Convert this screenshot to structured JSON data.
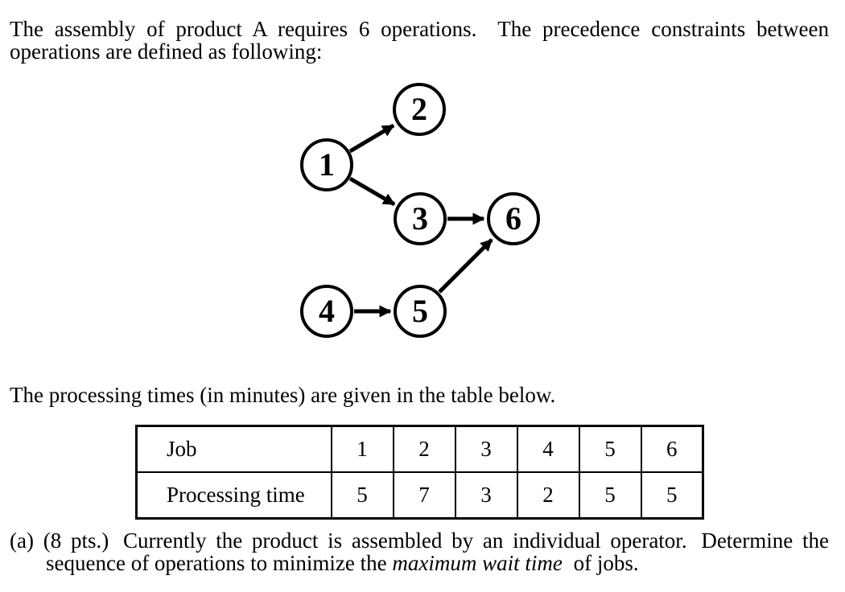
{
  "document": {
    "paper_color": "#ffffff",
    "ink_color": "#000000",
    "intro": {
      "line1_sentence1": "The assembly of product A requires 6 operations.",
      "line1_sentence2": "The precedence constraints between",
      "line2": "operations are defined as following:"
    },
    "diagram": {
      "nodes": [
        {
          "id": "1",
          "label": "1"
        },
        {
          "id": "2",
          "label": "2"
        },
        {
          "id": "3",
          "label": "3"
        },
        {
          "id": "4",
          "label": "4"
        },
        {
          "id": "5",
          "label": "5"
        },
        {
          "id": "6",
          "label": "6"
        }
      ],
      "edges": [
        "1→2",
        "1→3",
        "3→6",
        "4→5",
        "5→6"
      ]
    },
    "table_caption": "The processing times (in minutes) are given in the table below.",
    "table": {
      "row1": {
        "header": "Job",
        "values": [
          "1",
          "2",
          "3",
          "4",
          "5",
          "6"
        ]
      },
      "row2": {
        "header": "Processing time",
        "values": [
          "5",
          "7",
          "3",
          "2",
          "5",
          "5"
        ]
      }
    },
    "question_a": {
      "marker": "(a)",
      "points": "(8 pts.)",
      "line1_text": "Currently the product is assembled by an individual operator.",
      "line1_tail": "Determine the",
      "line2_pre": "sequence of operations to minimize the",
      "line2_italic": "maximum wait time",
      "line2_post": "of jobs."
    }
  }
}
